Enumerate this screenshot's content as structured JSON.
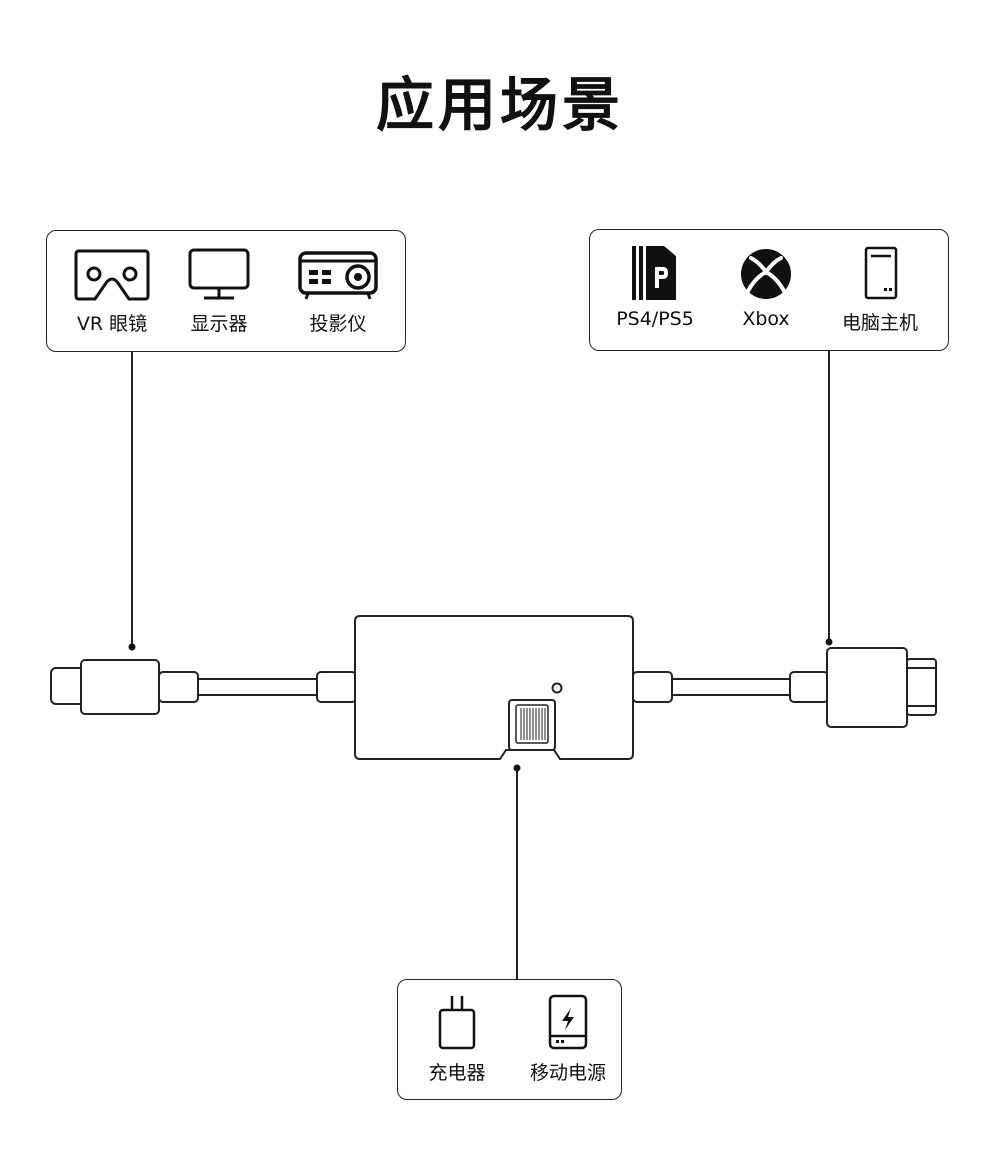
{
  "title": "应用场景",
  "groups": {
    "display": {
      "items": [
        {
          "label": "VR 眼镜",
          "icon": "vr-headset-icon"
        },
        {
          "label": "显示器",
          "icon": "monitor-icon"
        },
        {
          "label": "投影仪",
          "icon": "projector-icon"
        }
      ]
    },
    "source": {
      "items": [
        {
          "label": "PS4/PS5",
          "icon": "playstation-icon"
        },
        {
          "label": "Xbox",
          "icon": "xbox-icon"
        },
        {
          "label": "电脑主机",
          "icon": "pc-tower-icon"
        }
      ]
    },
    "power": {
      "items": [
        {
          "label": "充电器",
          "icon": "charger-icon"
        },
        {
          "label": "移动电源",
          "icon": "power-bank-icon"
        }
      ]
    }
  }
}
